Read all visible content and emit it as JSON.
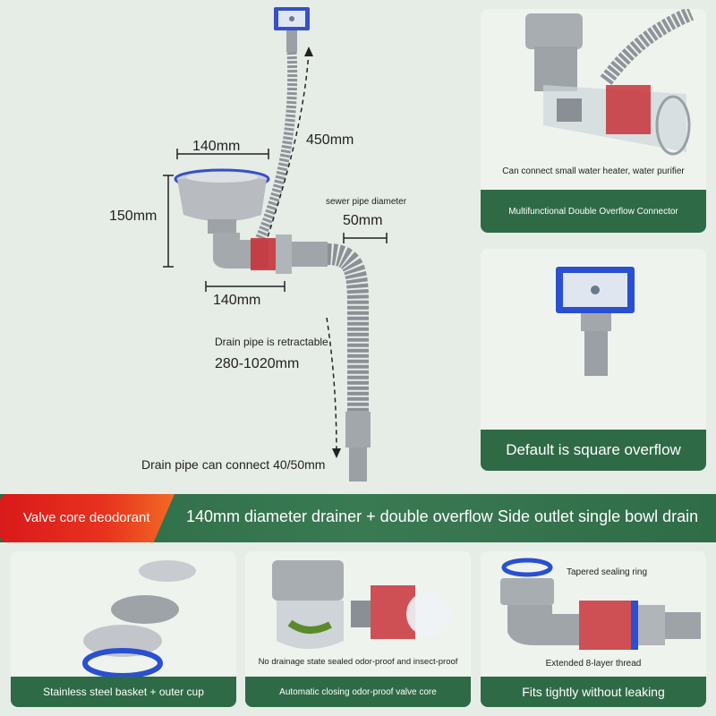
{
  "diagram": {
    "dim_top_width": "140mm",
    "dim_hose_length": "450mm",
    "dim_height": "150mm",
    "sewer_label": "sewer pipe diameter",
    "dim_sewer": "50mm",
    "dim_outlet_width": "140mm",
    "retract_label": "Drain pipe is retractable",
    "retract_range": "280-1020mm",
    "connect_label": "Drain pipe can connect 40/50mm"
  },
  "panels": {
    "connector": {
      "caption": "Can connect small water heater, water purifier",
      "band": "Multifunctional Double Overflow Connector"
    },
    "overflow": {
      "band": "Default is square overflow"
    },
    "basket": {
      "band": "Stainless steel basket + outer cup"
    },
    "valve": {
      "caption": "No drainage state sealed odor-proof and insect-proof",
      "band": "Automatic closing odor-proof valve core"
    },
    "thread": {
      "label_ring": "Tapered sealing ring",
      "label_thread": "Extended 8-layer thread",
      "band": "Fits tightly without leaking"
    }
  },
  "banner": {
    "left": "Valve core deodorant",
    "middle": "140mm diameter drainer + double overflow",
    "right": "Side outlet single bowl drain"
  },
  "colors": {
    "band_green": "#2f6a47",
    "accent_red": "#d91a1a",
    "accent_blue": "#2a4fd0"
  }
}
